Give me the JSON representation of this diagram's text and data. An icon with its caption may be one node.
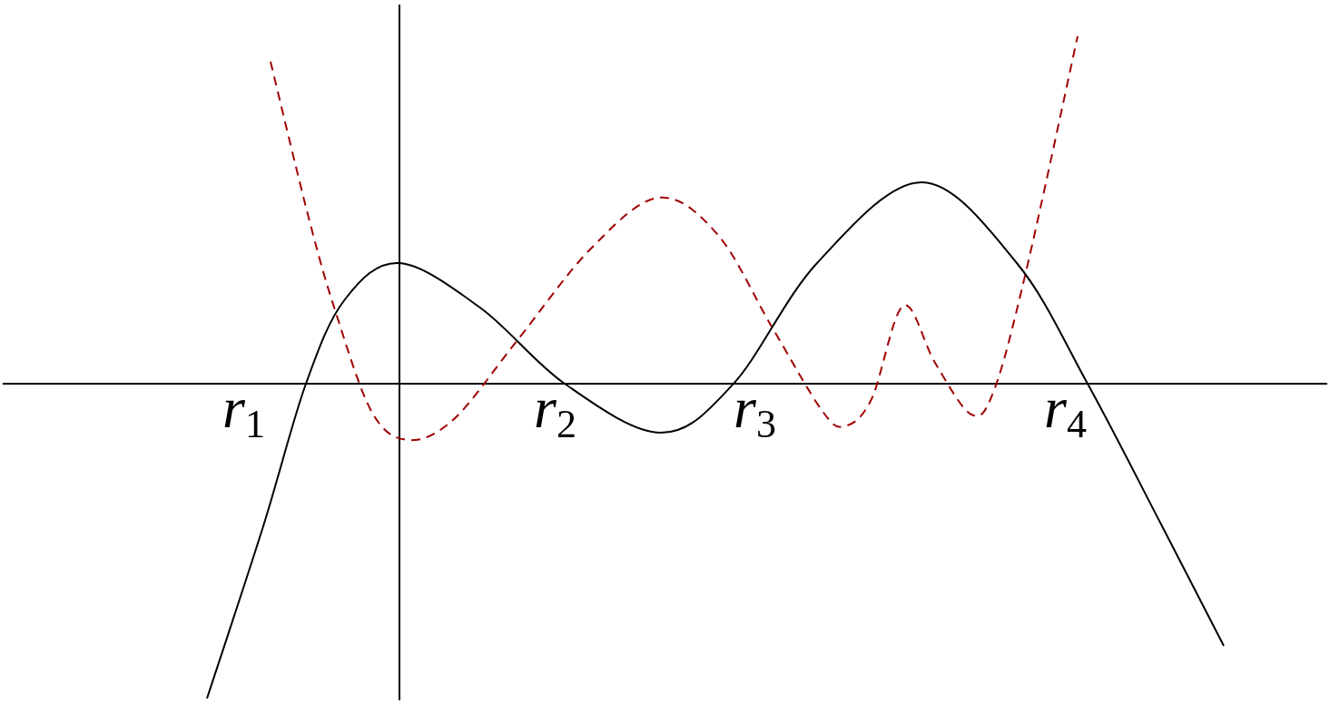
{
  "diagram": {
    "labels": [
      "*r*$_{1}$",
      "*r*$_{2}$",
      "*r*$_{3}$",
      "*r*$_{4}$"
    ]
  }
}
